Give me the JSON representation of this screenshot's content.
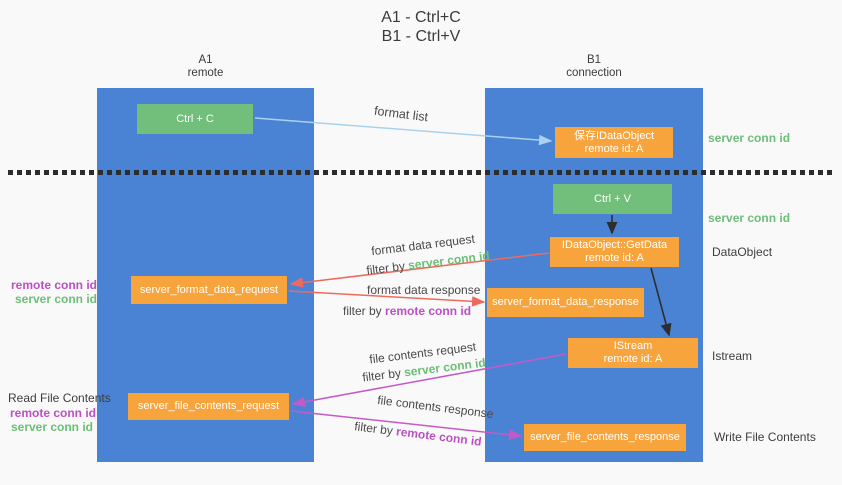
{
  "title": {
    "line1": "A1 - Ctrl+C",
    "line2": "B1 - Ctrl+V"
  },
  "lifelines": {
    "a1": {
      "name": "A1",
      "role": "remote"
    },
    "b1": {
      "name": "B1",
      "role": "connection"
    }
  },
  "nodes": {
    "ctrl_c": {
      "label": "Ctrl + C"
    },
    "save_idataobject": {
      "line1": "保存IDataObject",
      "line2": "remote id: A"
    },
    "ctrl_v": {
      "label": "Ctrl + V"
    },
    "getdata": {
      "line1": "IDataObject::GetData",
      "line2": "remote id: A"
    },
    "format_request": {
      "label": "server_format_data_request"
    },
    "format_response": {
      "label": "server_format_data_response"
    },
    "istream": {
      "line1": "IStream",
      "line2": "remote id: A"
    },
    "file_request": {
      "label": "server_file_contents_request"
    },
    "file_response": {
      "label": "server_file_contents_response"
    }
  },
  "edge_labels": {
    "format_list": "format list",
    "format_data_request": "format data request",
    "format_data_response": "format data response",
    "file_contents_request": "file contents request",
    "file_contents_response": "file contents response",
    "filter_by": "filter by",
    "server_conn_id": "server conn id",
    "remote_conn_id": "remote conn id"
  },
  "annotations": {
    "right": {
      "server_conn_id_top": "server conn id",
      "server_conn_id_mid": "server conn id",
      "dataobject": "DataObject",
      "istream": "Istream",
      "write_file_contents": "Write File Contents"
    },
    "left": {
      "remote_conn_id_1": "remote conn id",
      "server_conn_id_1": "server conn id",
      "read_file_contents": "Read File Contents",
      "remote_conn_id_2": "remote conn id",
      "server_conn_id_2": "server conn id"
    }
  },
  "colors": {
    "lifeline_blue": "#4a83d4",
    "box_orange": "#f8a43d",
    "box_green": "#72bf7b",
    "arrow_light_blue": "#a9d2ee",
    "arrow_red": "#ee6a5f",
    "arrow_magenta": "#c45ac8",
    "arrow_black": "#2e2e2e",
    "label_green": "#6cbf77",
    "label_purple": "#bb4fc4"
  }
}
